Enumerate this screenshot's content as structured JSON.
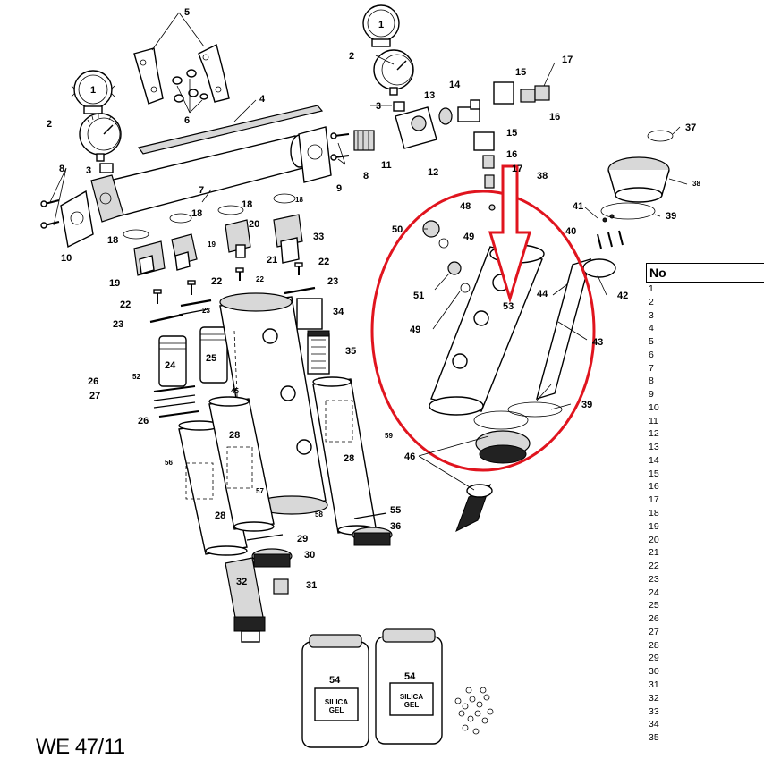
{
  "document": {
    "code": "WE 47/11"
  },
  "table": {
    "header": "No",
    "rows": [
      "1",
      "2",
      "3",
      "4",
      "5",
      "6",
      "7",
      "8",
      "9",
      "10",
      "11",
      "12",
      "13",
      "14",
      "15",
      "16",
      "17",
      "18",
      "19",
      "20",
      "21",
      "22",
      "23",
      "24",
      "25",
      "26",
      "27",
      "28",
      "29",
      "30",
      "31",
      "32",
      "33",
      "34",
      "35"
    ]
  },
  "callouts": {
    "c1a": "1",
    "c1b": "1",
    "c2a": "2",
    "c2b": "2",
    "c3a": "3",
    "c3b": "3",
    "c4": "4",
    "c5": "5",
    "c6": "6",
    "c7": "7",
    "c8a": "8",
    "c8b": "8",
    "c9": "9",
    "c10": "10",
    "c11": "11",
    "c12": "12",
    "c13": "13",
    "c14": "14",
    "c15a": "15",
    "c15b": "15",
    "c16a": "16",
    "c16b": "16",
    "c17a": "17",
    "c17b": "17",
    "c18a": "18",
    "c18b": "18",
    "c18c": "18",
    "c18d": "18",
    "c19a": "19",
    "c19b": "19",
    "c20": "20",
    "c21": "21",
    "c22a": "22",
    "c22b": "22",
    "c22c": "22",
    "c22d": "22",
    "c23a": "23",
    "c23b": "23",
    "c23c": "23",
    "c23d": "23",
    "c24": "24",
    "c25": "25",
    "c26a": "26",
    "c26b": "26",
    "c27": "27",
    "c28a": "28",
    "c28b": "28",
    "c28c": "28",
    "c28d": "28",
    "c29": "29",
    "c30": "30",
    "c31": "31",
    "c32": "32",
    "c33": "33",
    "c34": "34",
    "c35": "35",
    "c36": "36",
    "c37": "37",
    "c38a": "38",
    "c38b": "38",
    "c39a": "39",
    "c39b": "39",
    "c40": "40",
    "c41": "41",
    "c42": "42",
    "c43": "43",
    "c44": "44",
    "c45": "45",
    "c46": "46",
    "c48": "48",
    "c49a": "49",
    "c49b": "49",
    "c50": "50",
    "c51": "51",
    "c52": "52",
    "c53": "53",
    "c54a": "54",
    "c54b": "54",
    "c55": "55",
    "c56": "56",
    "c57": "57",
    "c58": "58",
    "c59": "59"
  },
  "jar_label_line1": "SILICA",
  "jar_label_line2": "GEL",
  "highlight": {
    "ellipse_color": "#e0141e",
    "arrow_color": "#e0141e"
  }
}
